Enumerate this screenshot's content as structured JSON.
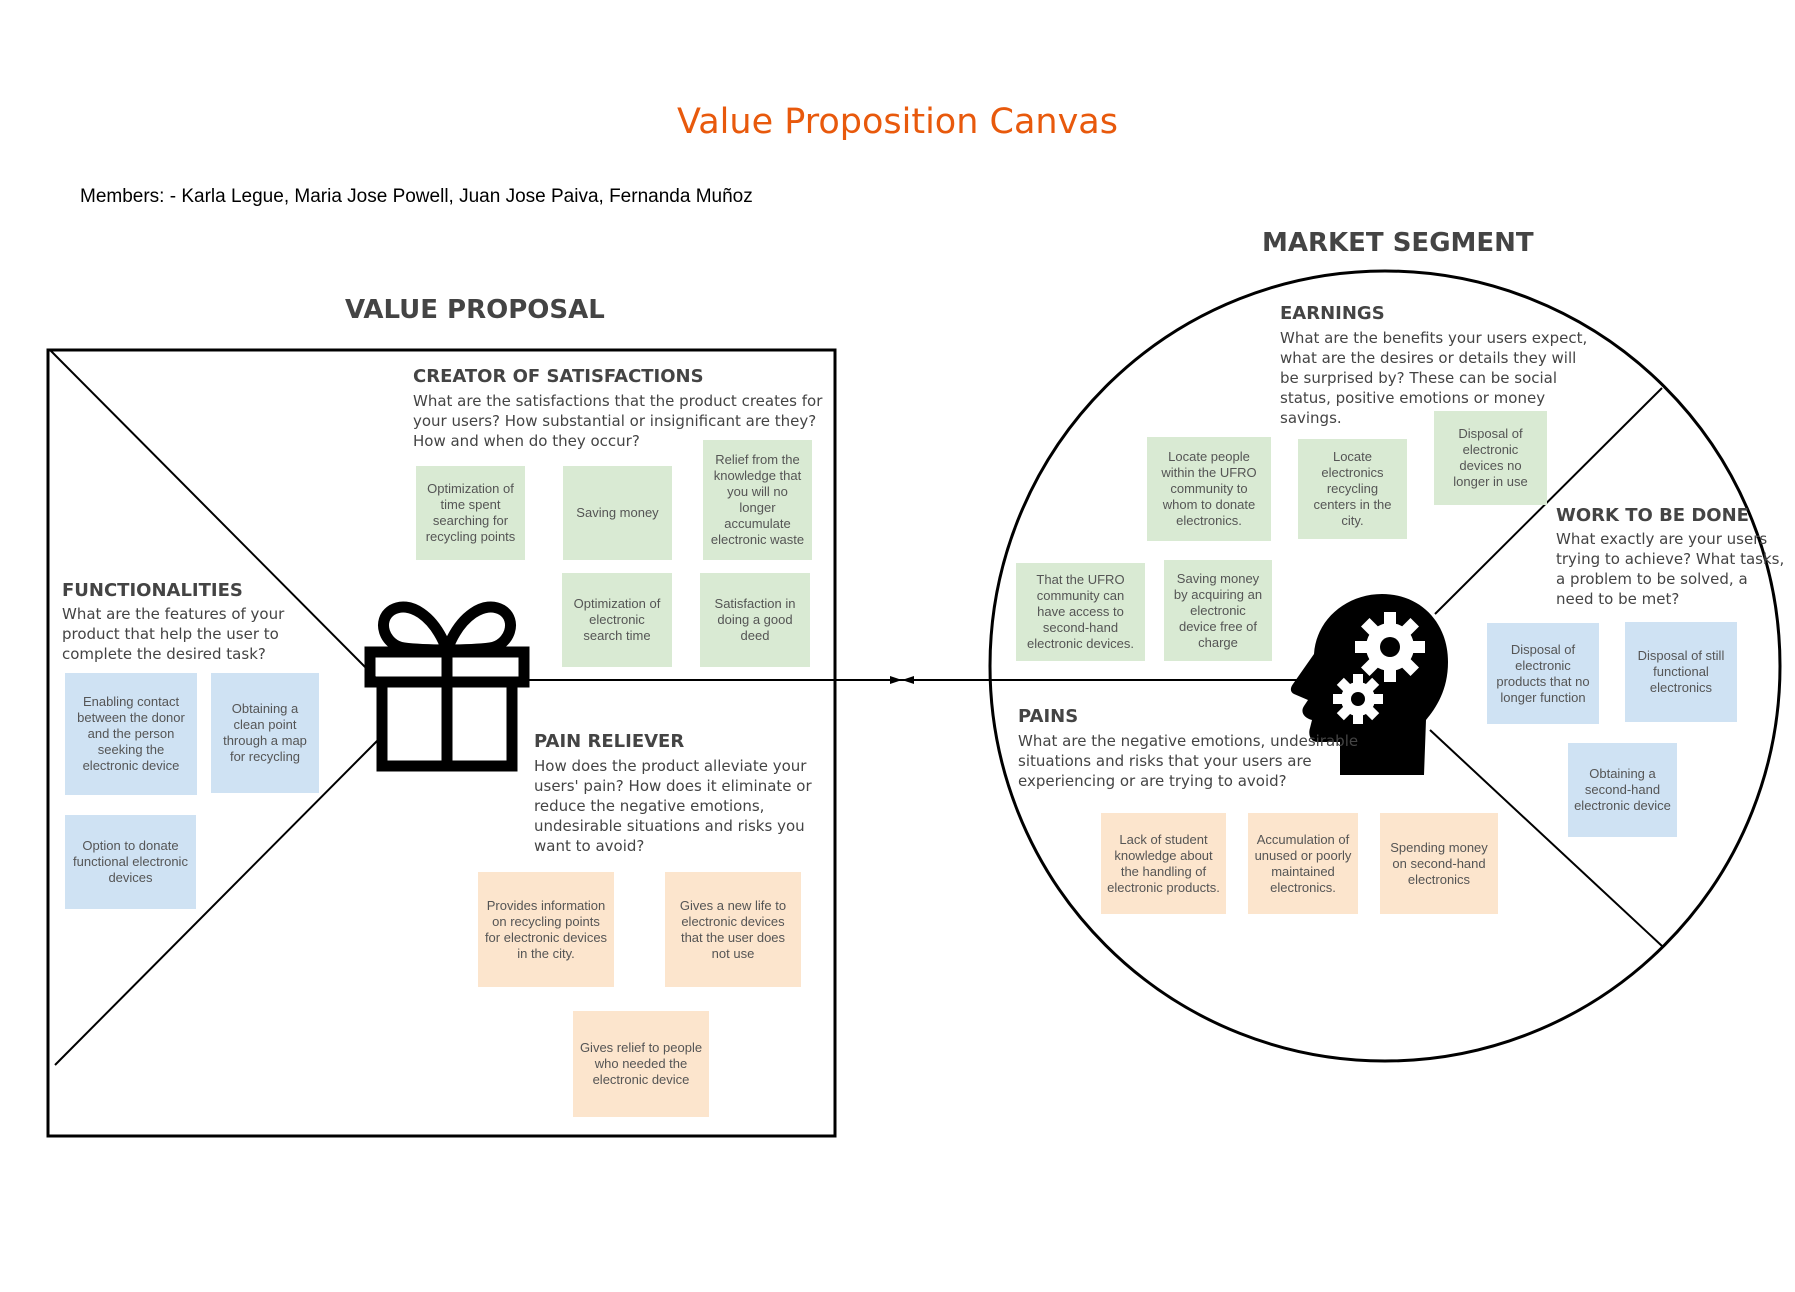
{
  "title": "Value Proposition Canvas",
  "members": "Members: - Karla Legue, Maria Jose Powell, Juan Jose Paiva, Fernanda Muñoz",
  "value_proposal": {
    "heading": "VALUE PROPOSAL",
    "icon": "gift-icon",
    "creator": {
      "title": "CREATOR OF SATISFACTIONS",
      "desc": [
        "What are the satisfactions that the product creates for",
        "your users? How substantial or insignificant are they?",
        "How and when do they occur?"
      ],
      "notes": [
        "Optimization of time spent searching for recycling points",
        "Saving money",
        "Relief from the knowledge that you will no longer accumulate electronic waste",
        "Optimization of electronic search time",
        "Satisfaction in doing a good deed"
      ]
    },
    "functionalities": {
      "title": "FUNCTIONALITIES",
      "desc": [
        "What are the features of your",
        "product that help the user to",
        "complete the desired task?"
      ],
      "notes": [
        "Enabling contact between the donor and the person seeking the electronic device",
        "Obtaining a clean point through a map for recycling",
        "Option to donate functional electronic devices"
      ]
    },
    "pain_reliever": {
      "title": "PAIN RELIEVER",
      "desc": [
        "How does the product alleviate your",
        "users' pain? How does it eliminate or",
        "reduce the negative emotions,",
        "undesirable situations and risks you",
        "want to avoid?"
      ],
      "notes": [
        "Provides information on recycling points for electronic devices in the city.",
        "Gives a new life to electronic devices that the user does not use",
        "Gives relief to people who needed the electronic device"
      ]
    }
  },
  "market_segment": {
    "heading": "MARKET SEGMENT",
    "icon": "head-gears-icon",
    "earnings": {
      "title": "EARNINGS",
      "desc": [
        "What are the benefits your users expect,",
        "what are the desires or details they will",
        "be surprised by? These can be social",
        "status, positive emotions or money",
        "savings."
      ],
      "notes": [
        "Locate people within the UFRO community to whom to donate electronics.",
        "Locate electronics recycling centers in the city.",
        "Disposal of electronic devices no longer in use",
        "That the UFRO community can have access to second-hand electronic devices.",
        "Saving money by acquiring an electronic device free of charge"
      ]
    },
    "work": {
      "title": "WORK TO BE DONE",
      "desc": [
        "What exactly are your users",
        "trying to achieve? What tasks,",
        "a problem to be solved, a",
        "need to be met?"
      ],
      "notes": [
        "Disposal of electronic products that no longer function",
        "Disposal of still functional electronics",
        "Obtaining a second-hand electronic device"
      ]
    },
    "pains": {
      "title": "PAINS",
      "desc": [
        "What are the negative emotions, undesirable",
        "situations and risks that your users are",
        "experiencing or are trying to avoid?"
      ],
      "notes": [
        "Lack of student knowledge about the handling of electronic products.",
        "Accumulation of unused or poorly maintained electronics.",
        "Spending money on second-hand electronics"
      ]
    }
  },
  "colors": {
    "title": "#e8590c",
    "green_note": "#d9ead3",
    "blue_note": "#cfe2f3",
    "orange_note": "#fce5cd"
  }
}
